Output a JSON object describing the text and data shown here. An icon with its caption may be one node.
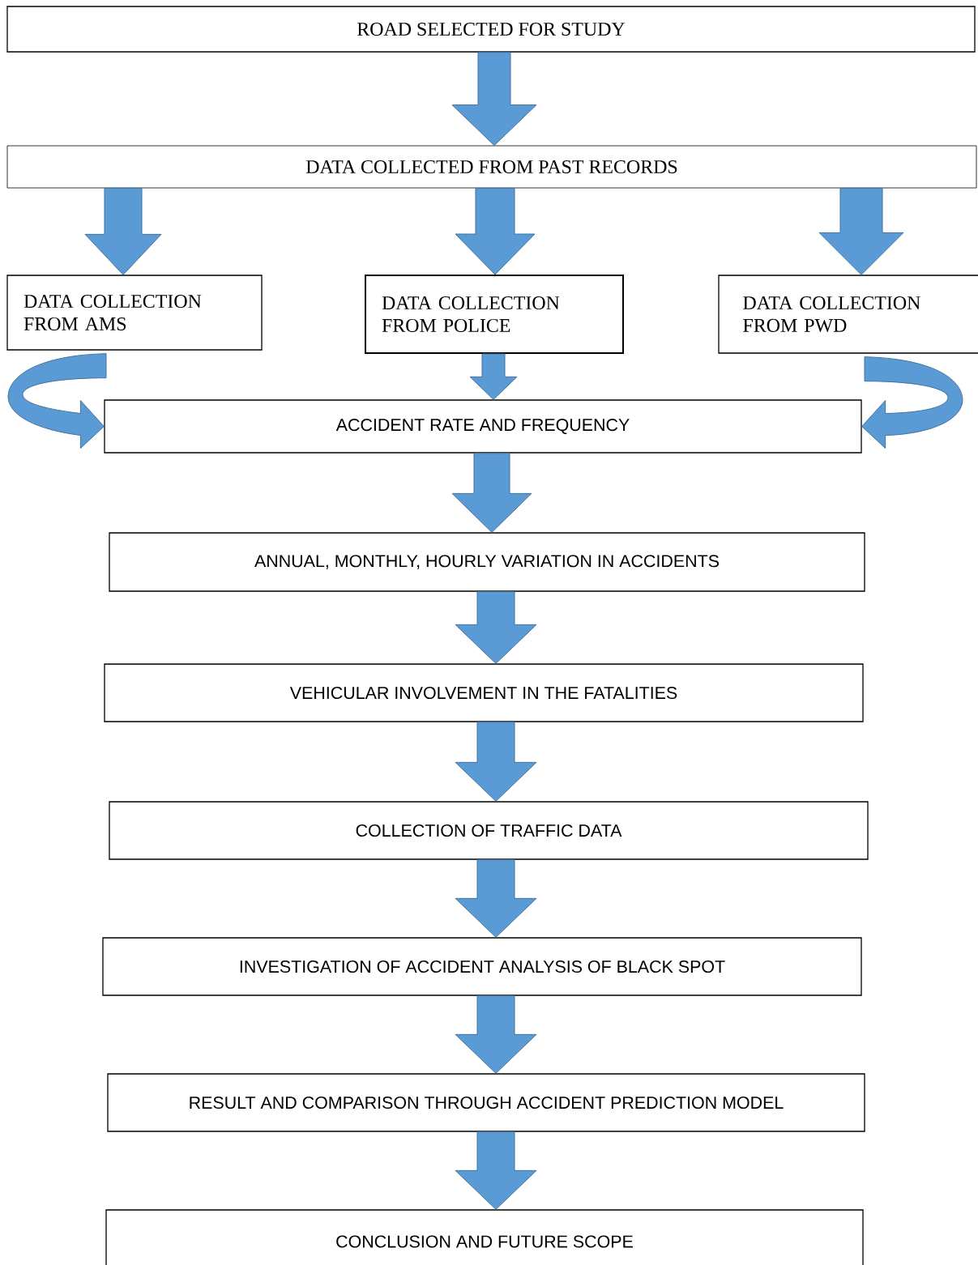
{
  "diagram": {
    "nodes": [
      {
        "text": [
          "ROAD SELECTED FOR STUDY"
        ]
      },
      {
        "text": [
          "DATA COLLECTED FROM PAST RECORDS"
        ]
      },
      {
        "text": [
          "DATA COLLECTION FROM AMS"
        ]
      },
      {
        "text": [
          "DATA COLLECTION FROM POLICE"
        ]
      },
      {
        "text": [
          "DATA COLLECTION FROM PWD"
        ]
      },
      {
        "text": [
          "ACCIDENT RATE AND FREQUENCY"
        ]
      },
      {
        "text": [
          "ANNUAL, MONTHLY, HOURLY VARIATION IN ACCIDENTS"
        ]
      },
      {
        "text": [
          "VEHICULAR INVOLVEMENT IN THE FATALITIES"
        ]
      },
      {
        "text": [
          "COLLECTION OF TRAFFIC DATA"
        ]
      },
      {
        "text": [
          "INVESTIGATION OF ACCIDENT ANALYSIS OF BLACK SPOT"
        ]
      },
      {
        "text": [
          "RESULT AND COMPARISON THROUGH ACCIDENT PREDICTION MODEL"
        ]
      },
      {
        "text": [
          "CONCLUSION AND FUTURE SCOPE"
        ]
      }
    ],
    "edges": [
      {
        "from": 0,
        "to": 1,
        "arrow": "to"
      },
      {
        "from": 1,
        "to": 2,
        "arrow": "to"
      },
      {
        "from": 1,
        "to": 3,
        "arrow": "to"
      },
      {
        "from": 1,
        "to": 4,
        "arrow": "to"
      },
      {
        "from": 2,
        "to": 5,
        "arrow": "to"
      },
      {
        "from": 3,
        "to": 5,
        "arrow": "to"
      },
      {
        "from": 4,
        "to": 5,
        "arrow": "to"
      },
      {
        "from": 5,
        "to": 6,
        "arrow": "to"
      },
      {
        "from": 6,
        "to": 7,
        "arrow": "to"
      },
      {
        "from": 7,
        "to": 8,
        "arrow": "to"
      },
      {
        "from": 8,
        "to": 9,
        "arrow": "to"
      },
      {
        "from": 9,
        "to": 10,
        "arrow": "to"
      },
      {
        "from": 10,
        "to": 11,
        "arrow": "to"
      }
    ]
  }
}
